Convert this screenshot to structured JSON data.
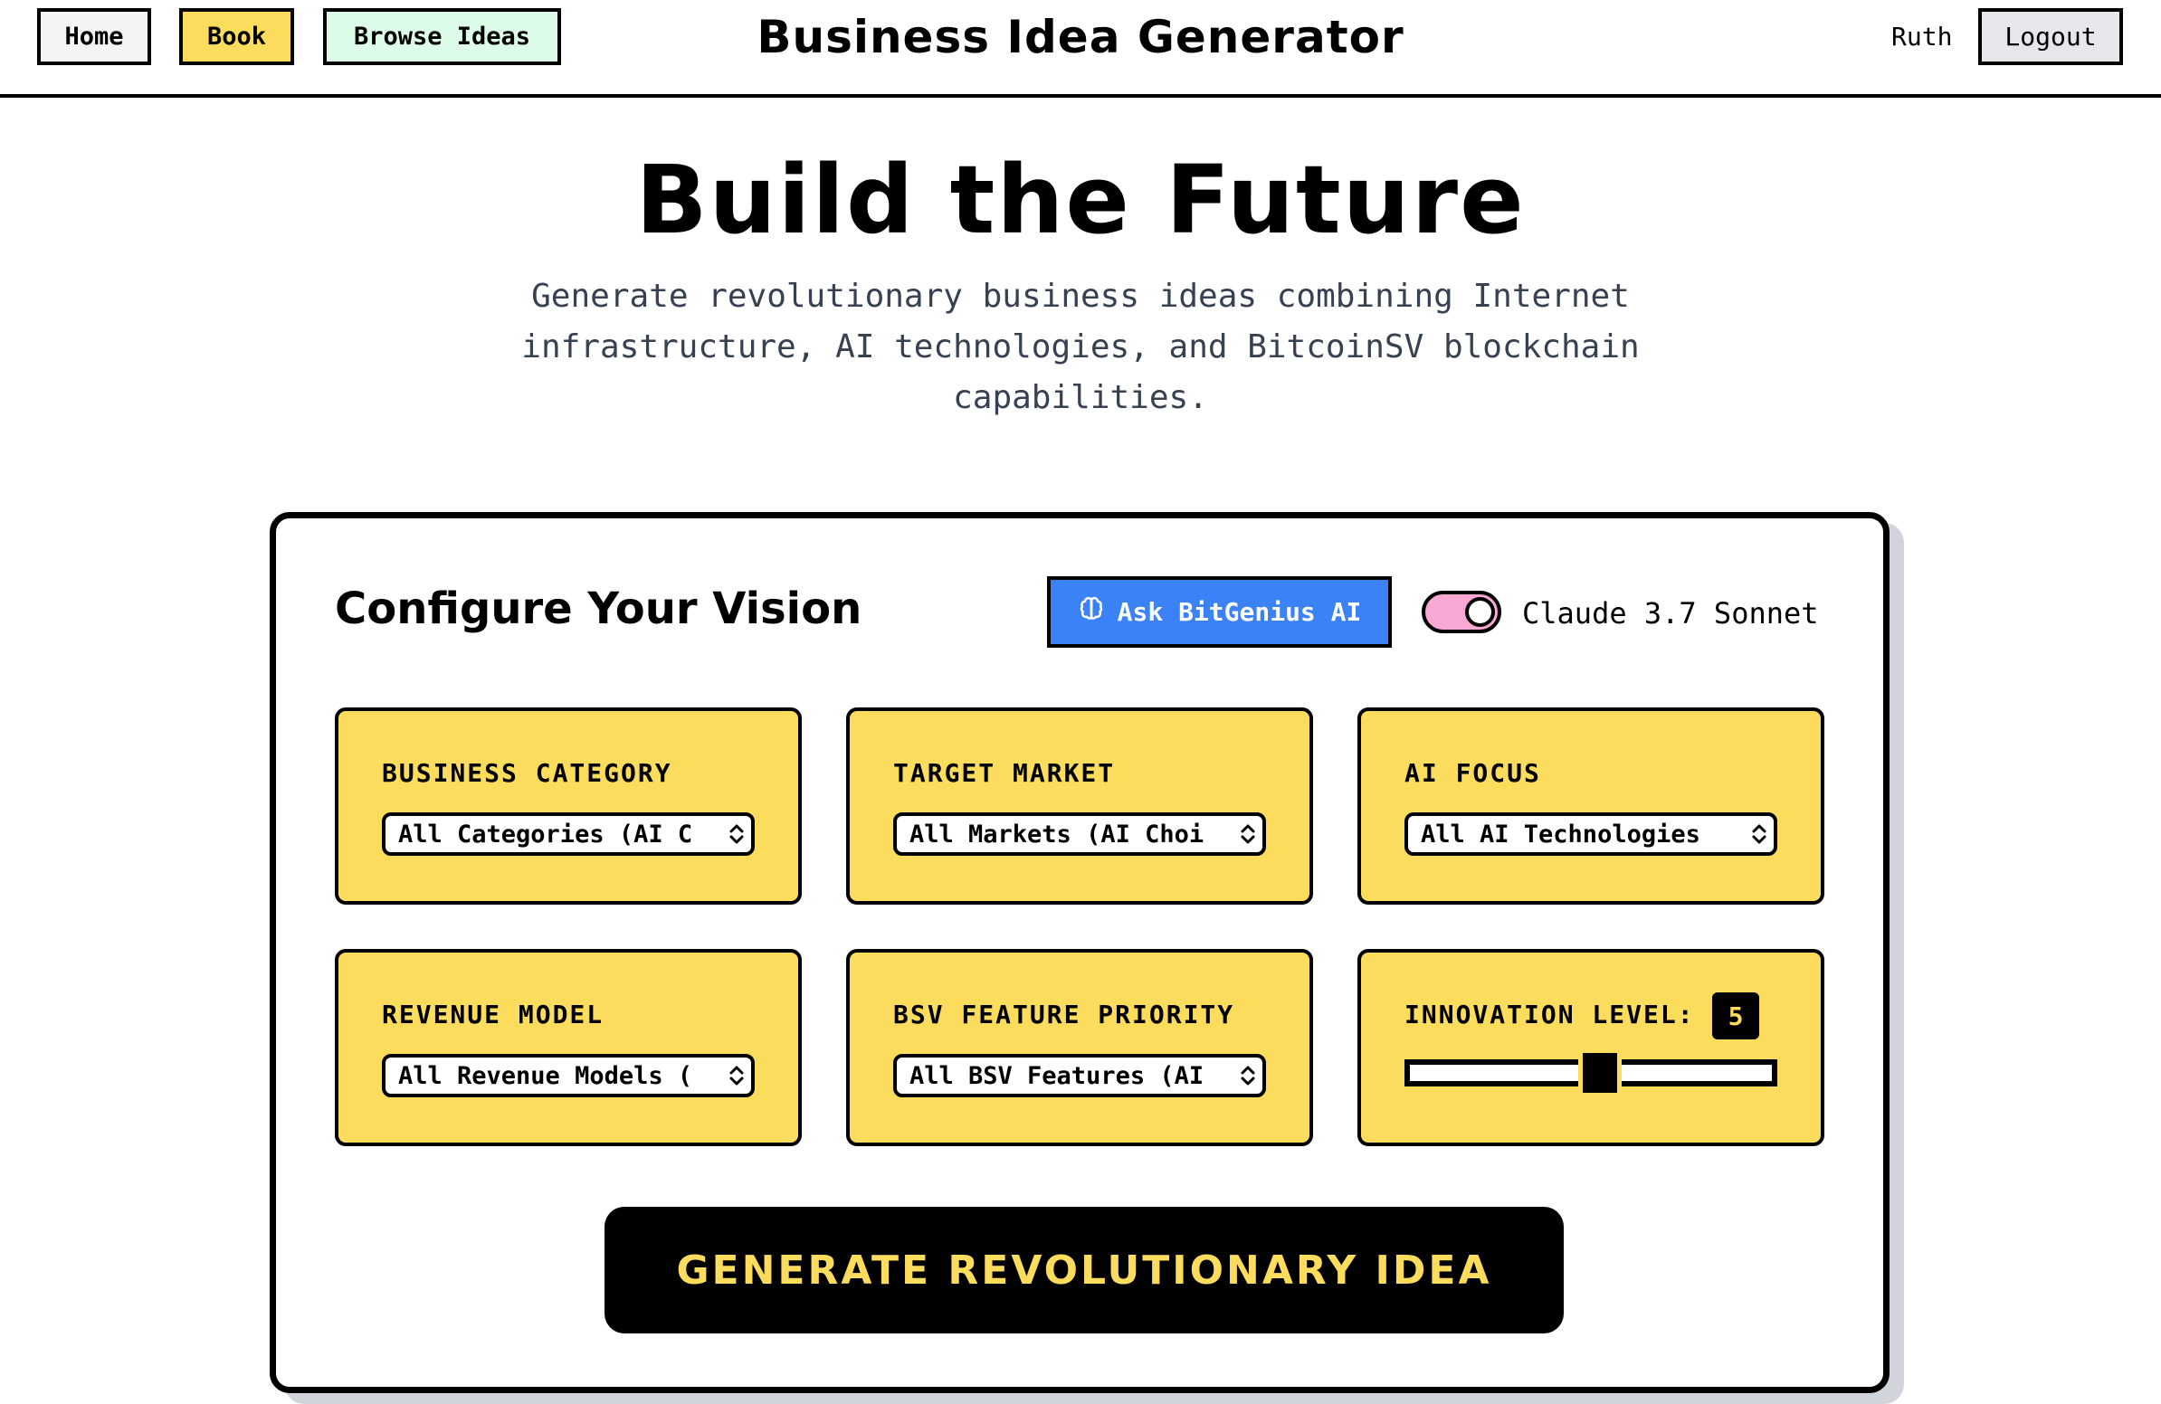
{
  "nav": {
    "home": "Home",
    "book": "Book",
    "browse": "Browse Ideas",
    "app_title": "Business Idea Generator",
    "user": "Ruth",
    "logout": "Logout"
  },
  "hero": {
    "title": "Build the Future",
    "subtitle": "Generate revolutionary business ideas combining Internet infrastructure, AI technologies, and BitcoinSV blockchain capabilities."
  },
  "config": {
    "title": "Configure Your Vision",
    "ask_button": "Ask BitGenius AI",
    "ask_icon": "brain-icon",
    "toggle_on": true,
    "model": "Claude 3.7 Sonnet",
    "fields": [
      {
        "label": "BUSINESS CATEGORY",
        "value": "All Categories (AI C"
      },
      {
        "label": "TARGET MARKET",
        "value": "All Markets (AI Choi"
      },
      {
        "label": "AI FOCUS",
        "value": "All AI Technologies"
      },
      {
        "label": "REVENUE MODEL",
        "value": "All Revenue Models ("
      },
      {
        "label": "BSV FEATURE PRIORITY",
        "value": "All BSV Features (AI"
      }
    ],
    "innovation": {
      "label": "INNOVATION LEVEL:",
      "value": "5",
      "min": 1,
      "max": 10
    },
    "generate_button": "GENERATE REVOLUTIONARY IDEA"
  },
  "colors": {
    "accent_yellow": "#fcdc5d",
    "accent_blue": "#3b82f6",
    "accent_pink": "#f9a8d4",
    "accent_mint": "#dcfce7"
  }
}
